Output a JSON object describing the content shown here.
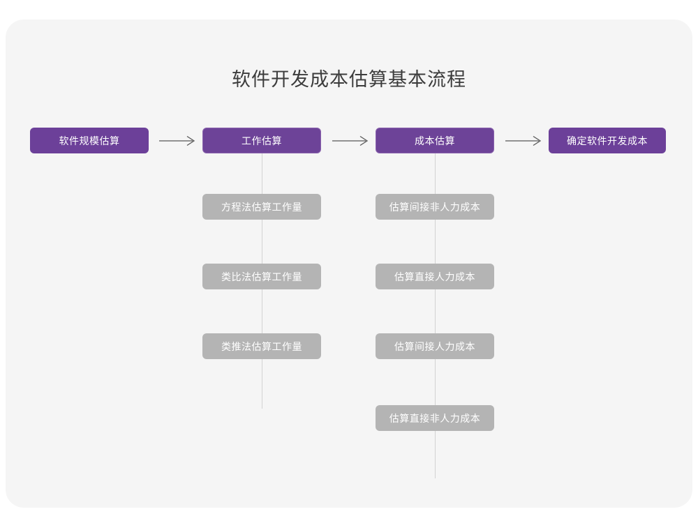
{
  "diagram": {
    "title": "软件开发成本估算基本流程",
    "type": "flowchart",
    "colors": {
      "page_background": "#ffffff",
      "card_background": "#f5f5f5",
      "stage_fill": "#6c4099",
      "stage_text": "#ffffff",
      "sub_fill": "#b4b4b4",
      "sub_text": "#ffffff",
      "connector_line": "#d2d2d2",
      "arrow": "#585858",
      "title_text": "#3c3c3c"
    },
    "stages": [
      {
        "id": "stage-1",
        "label": "软件规模估算"
      },
      {
        "id": "stage-2",
        "label": "工作估算"
      },
      {
        "id": "stage-3",
        "label": "成本估算"
      },
      {
        "id": "stage-4",
        "label": "确定软件开发成本"
      }
    ],
    "arrows": [
      {
        "id": "arrow-1",
        "glyph": "arrow-right-icon",
        "from": "stage-1",
        "to": "stage-2"
      },
      {
        "id": "arrow-2",
        "glyph": "arrow-right-icon",
        "from": "stage-2",
        "to": "stage-3"
      },
      {
        "id": "arrow-3",
        "glyph": "arrow-right-icon",
        "from": "stage-3",
        "to": "stage-4"
      }
    ],
    "sub_columns": [
      {
        "id": "column-work-estimation",
        "parent": "stage-2",
        "items": [
          {
            "label": "方程法估算工作量"
          },
          {
            "label": "类比法估算工作量"
          },
          {
            "label": "类推法估算工作量"
          }
        ]
      },
      {
        "id": "column-cost-estimation",
        "parent": "stage-3",
        "items": [
          {
            "label": "估算间接非人力成本"
          },
          {
            "label": "估算直接人力成本"
          },
          {
            "label": "估算间接人力成本"
          },
          {
            "label": "估算直接非人力成本"
          }
        ]
      }
    ]
  }
}
